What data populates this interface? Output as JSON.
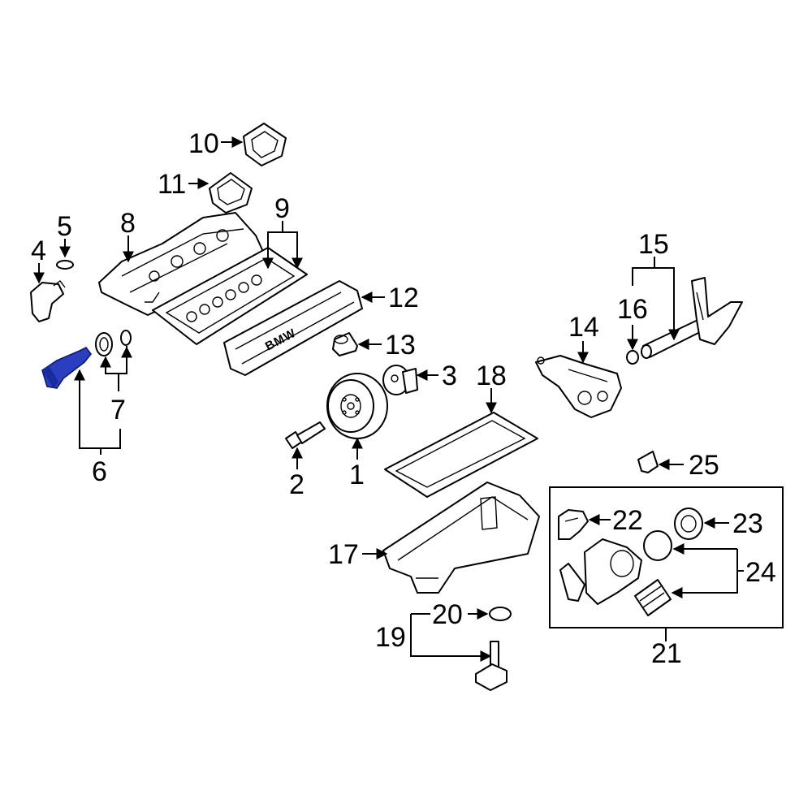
{
  "callouts": {
    "c1": "1",
    "c2": "2",
    "c3": "3",
    "c4": "4",
    "c5": "5",
    "c6": "6",
    "c7": "7",
    "c8": "8",
    "c9": "9",
    "c10": "10",
    "c11": "11",
    "c12": "12",
    "c13": "13",
    "c14": "14",
    "c15": "15",
    "c16": "16",
    "c17": "17",
    "c18": "18",
    "c19": "19",
    "c20": "20",
    "c21": "21",
    "c22": "22",
    "c23": "23",
    "c24": "24",
    "c25": "25"
  },
  "cover_brand": "BMW",
  "highlight_color": "#2a3fc0"
}
